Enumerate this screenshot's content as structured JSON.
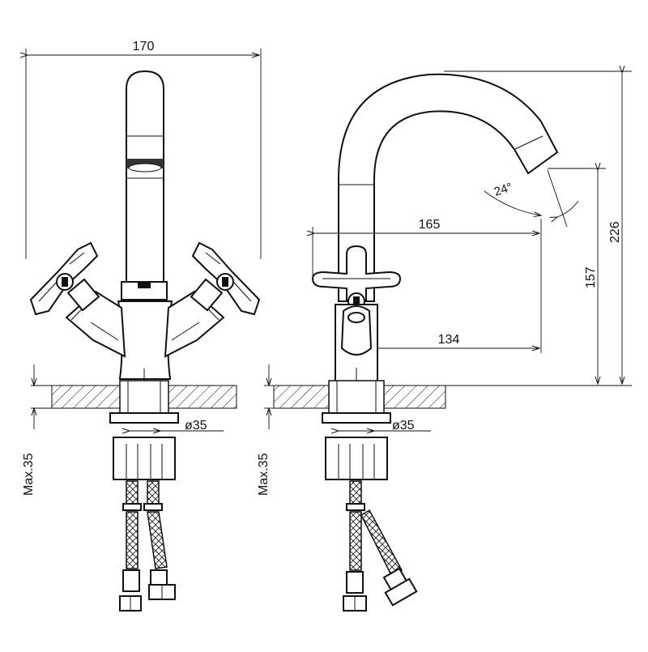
{
  "dimensions": {
    "front_width": "170",
    "side_reach": "165",
    "side_height_total": "226",
    "side_height_spout": "157",
    "side_inner_reach": "134",
    "spout_angle": "24°",
    "base_diameter_front": "ø35",
    "base_diameter_side": "ø35",
    "max_thickness_front": "Max.35",
    "max_thickness_side": "Max.35"
  }
}
